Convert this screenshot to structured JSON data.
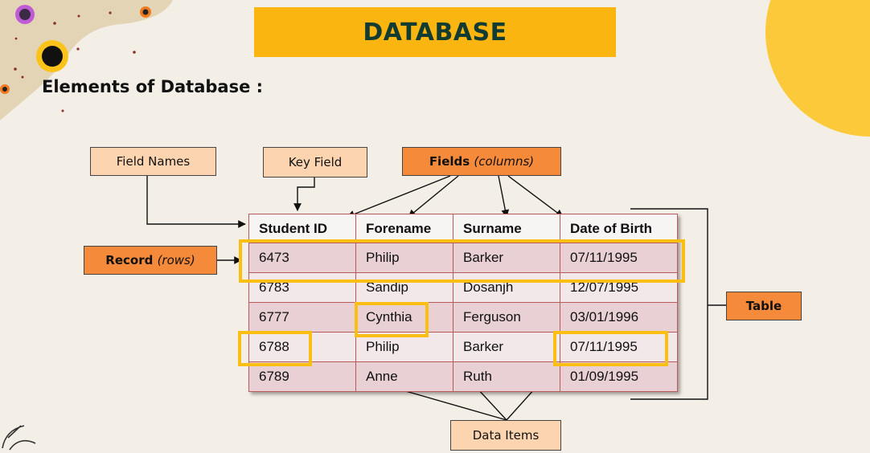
{
  "title": "DATABASE",
  "subtitle": "Elements of Database :",
  "labels": {
    "field_names": "Field Names",
    "key_field": "Key Field",
    "fields_bold": "Fields",
    "fields_italic": "(columns)",
    "record_bold": "Record",
    "record_italic": "(rows)",
    "table": "Table",
    "data_items": "Data Items"
  },
  "table": {
    "headers": [
      "Student ID",
      "Forename",
      "Surname",
      "Date of Birth"
    ],
    "rows": [
      [
        "6473",
        "Philip",
        "Barker",
        "07/11/1995"
      ],
      [
        "6783",
        "Sandip",
        "Dosanjh",
        "12/07/1995"
      ],
      [
        "6777",
        "Cynthia",
        "Ferguson",
        "03/01/1996"
      ],
      [
        "6788",
        "Philip",
        "Barker",
        "07/11/1995"
      ],
      [
        "6789",
        "Anne",
        "Ruth",
        "01/09/1995"
      ]
    ]
  },
  "colors": {
    "title_bg": "#fbb510",
    "highlight": "#fbbf14",
    "callout_light": "#fcd5b0",
    "callout_dark": "#f58a3a"
  }
}
